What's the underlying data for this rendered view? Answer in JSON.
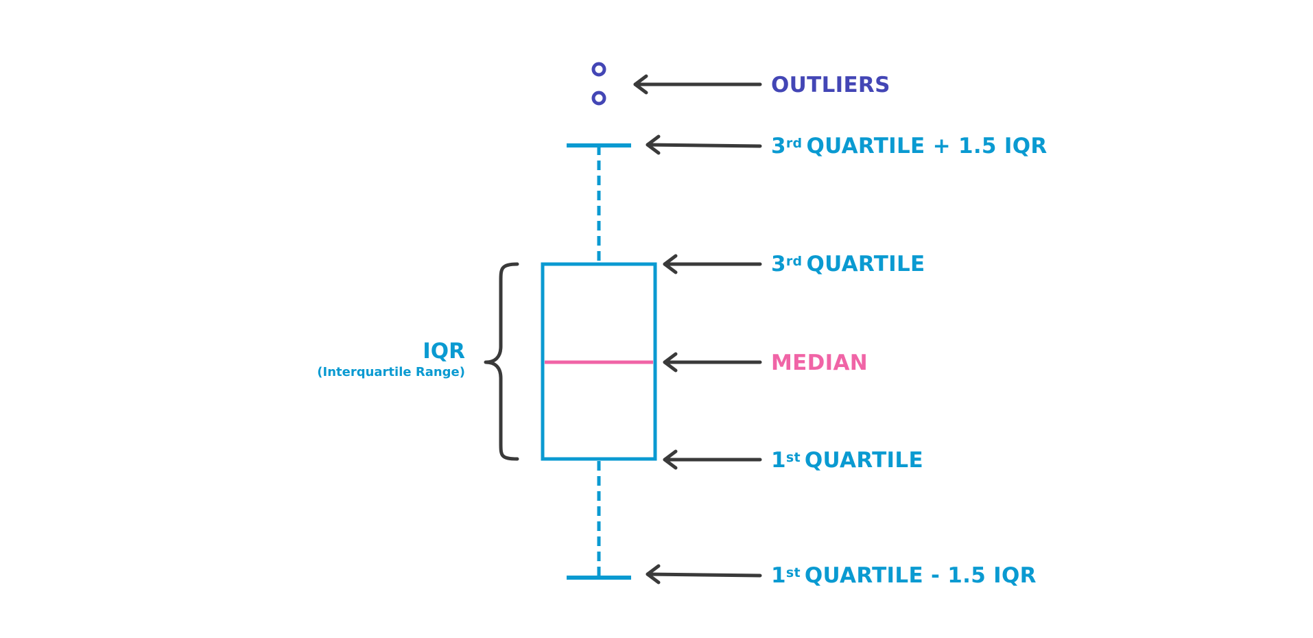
{
  "colors": {
    "box": "#0a9ad1",
    "median": "#f064a6",
    "outlier": "#4346b5",
    "arrow": "#3a3a3a",
    "background": "#ffffff"
  },
  "labels": {
    "outliers": "OUTLIERS",
    "upper_whisker": {
      "prefix": "3",
      "suffix": "rd",
      "rest": "QUARTILE + 1.5 IQR"
    },
    "q3": {
      "prefix": "3",
      "suffix": "rd",
      "rest": "QUARTILE"
    },
    "median": "MEDIAN",
    "q1": {
      "prefix": "1",
      "suffix": "st",
      "rest": "QUARTILE"
    },
    "lower_whisker": {
      "prefix": "1",
      "suffix": "st",
      "rest": "QUARTILE - 1.5 IQR"
    }
  },
  "iqr": {
    "title": "IQR",
    "subtitle": "(Interquartile Range)"
  }
}
